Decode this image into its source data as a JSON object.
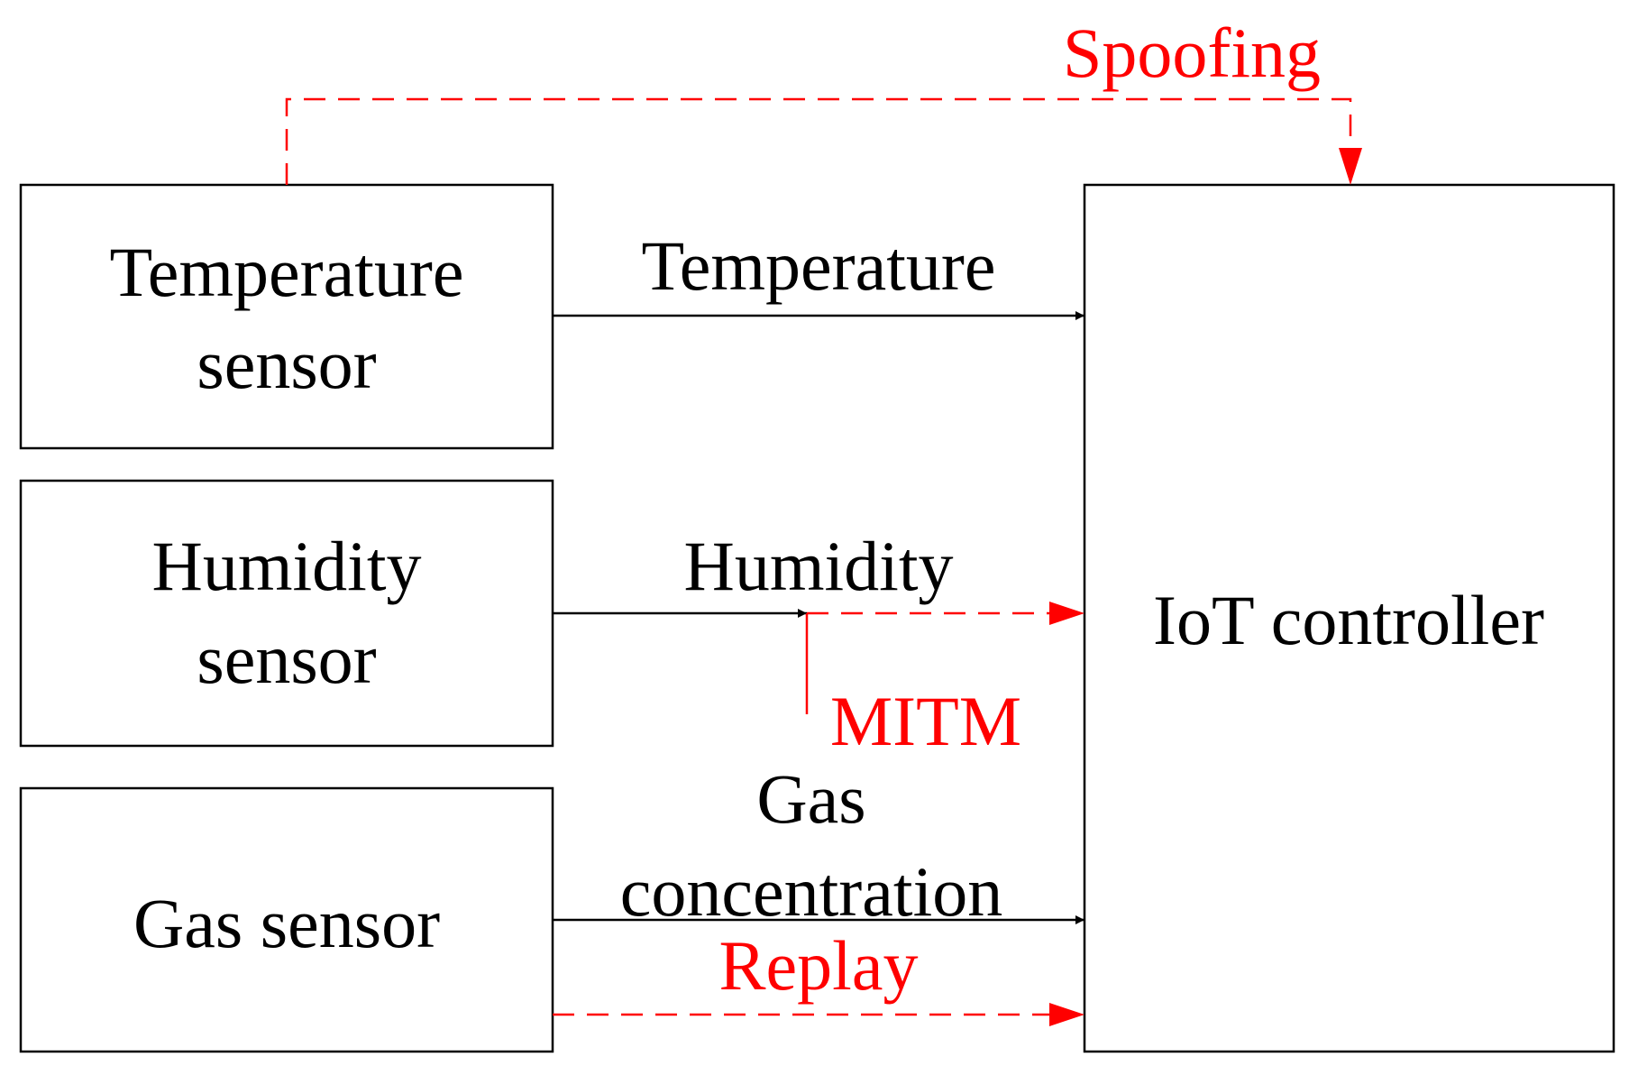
{
  "colors": {
    "line": "#000000",
    "attack": "#ff0000"
  },
  "nodes": {
    "temperature_sensor": {
      "lines": [
        "Temperature",
        "sensor"
      ]
    },
    "humidity_sensor": {
      "lines": [
        "Humidity",
        "sensor"
      ]
    },
    "gas_sensor": {
      "lines": [
        "Gas sensor"
      ]
    },
    "iot_controller": {
      "lines": [
        "IoT controller"
      ]
    }
  },
  "edges": {
    "temperature": {
      "lines": [
        "Temperature"
      ]
    },
    "humidity": {
      "lines": [
        "Humidity"
      ]
    },
    "gas": {
      "lines": [
        "Gas",
        "concentration"
      ]
    }
  },
  "attacks": {
    "spoofing": {
      "label": "Spoofing"
    },
    "mitm": {
      "label": "MITM"
    },
    "replay": {
      "label": "Replay"
    }
  }
}
